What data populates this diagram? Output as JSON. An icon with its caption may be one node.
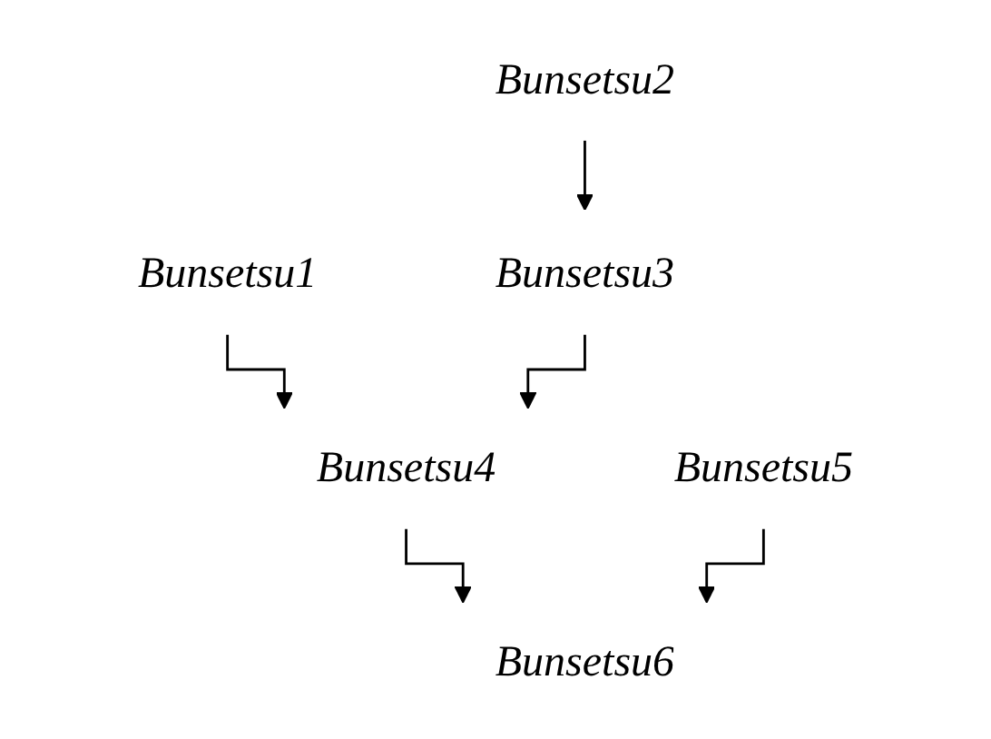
{
  "diagram": {
    "nodes": [
      {
        "text": [
          "Bunsetsu1"
        ]
      },
      {
        "text": [
          "Bunsetsu2"
        ]
      },
      {
        "text": [
          "Bunsetsu3"
        ]
      },
      {
        "text": [
          "Bunsetsu4"
        ]
      },
      {
        "text": [
          "Bunsetsu5"
        ]
      },
      {
        "text": [
          "Bunsetsu6"
        ]
      }
    ],
    "edges": [
      {
        "from": 0,
        "to": 3,
        "arrow": "to"
      },
      {
        "from": 1,
        "to": 2,
        "arrow": "to"
      },
      {
        "from": 2,
        "to": 3,
        "arrow": "to"
      },
      {
        "from": 3,
        "to": 5,
        "arrow": "to"
      },
      {
        "from": 4,
        "to": 5,
        "arrow": "to"
      }
    ]
  }
}
